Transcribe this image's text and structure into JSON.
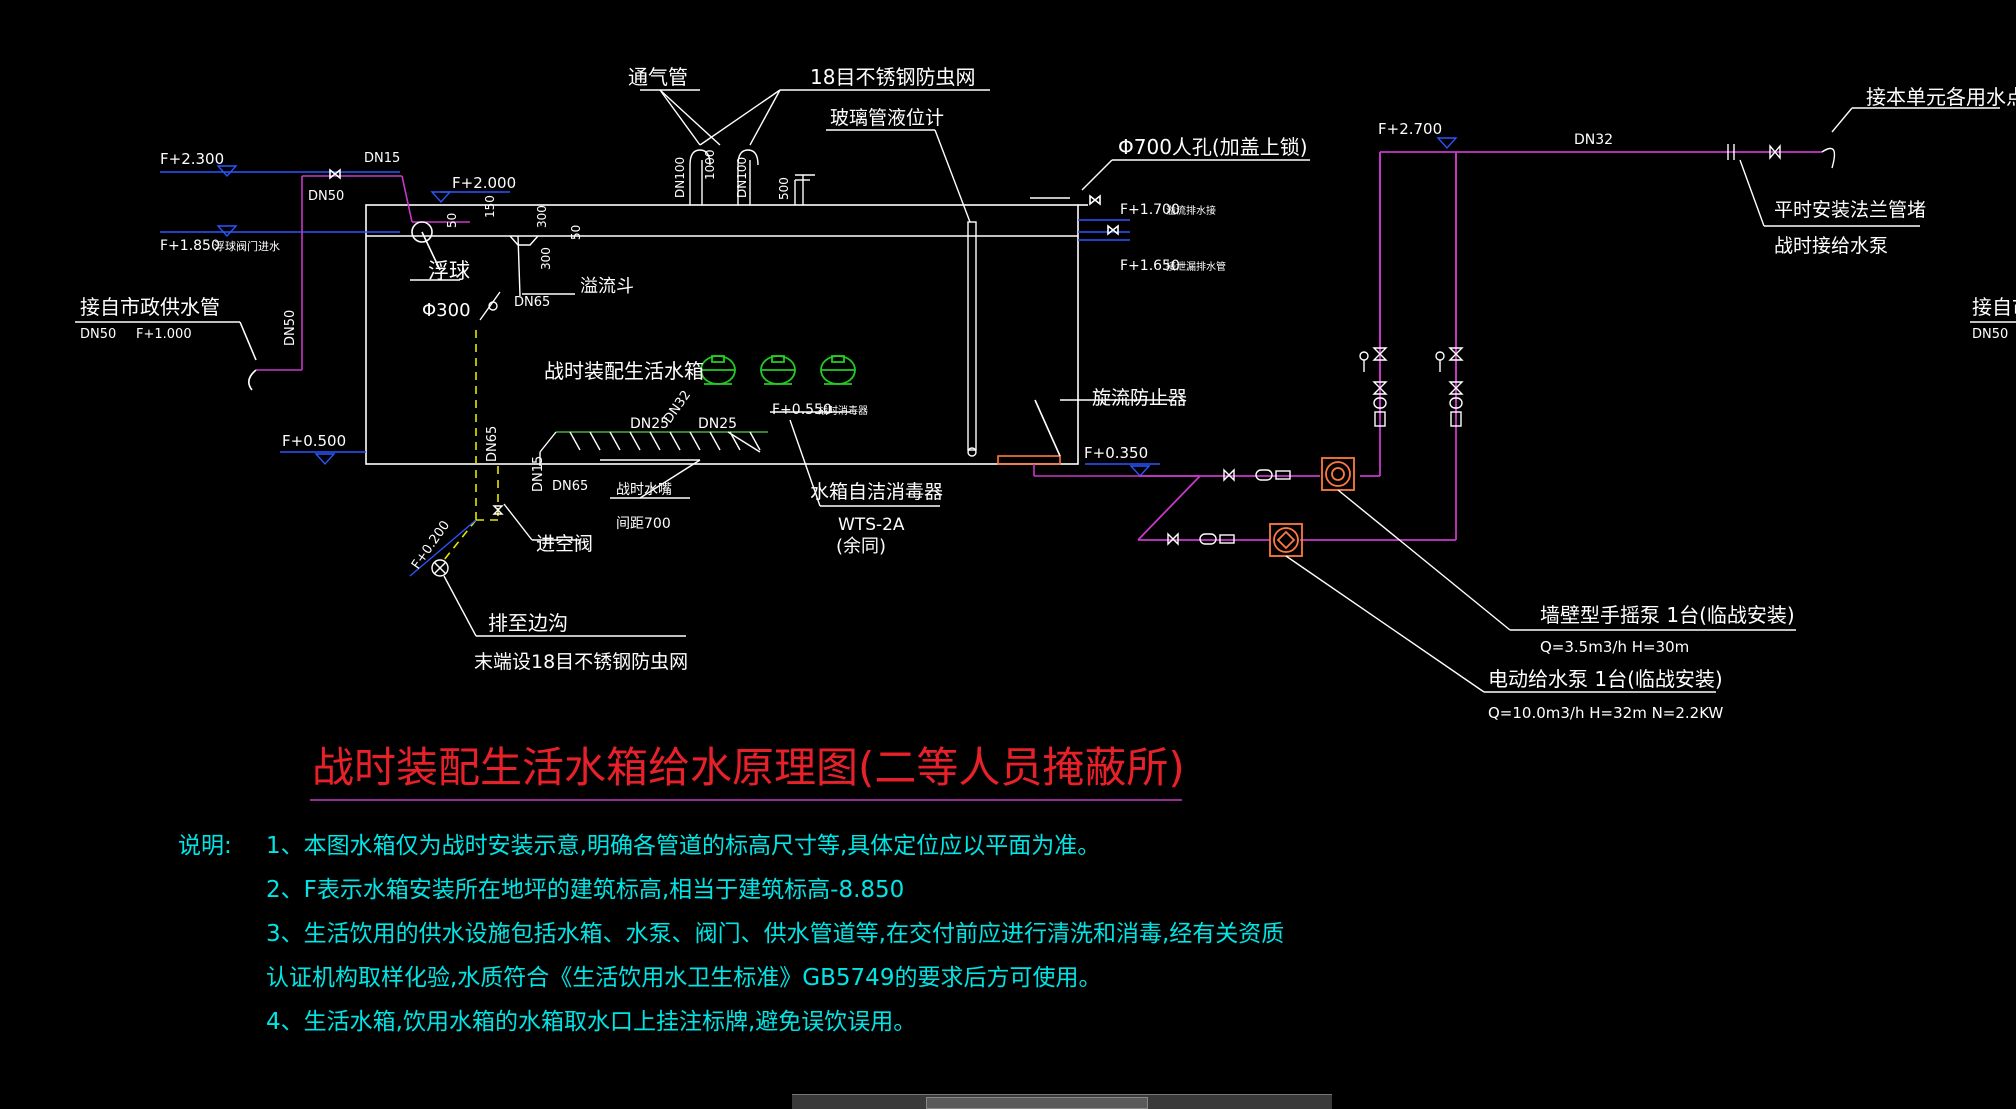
{
  "labels": {
    "vent_pipe": "通气管",
    "mesh_18": "18目不锈钢防虫网",
    "level_gauge": "玻璃管液位计",
    "manhole": "Φ700人孔(加盖上锁)",
    "f2300": "F+2.300",
    "f1850": "F+1.850",
    "inlet_valve_note": "浮球阀门进水",
    "dn15_a": "DN15",
    "dn50_a": "DN50",
    "f2000": "F+2.000",
    "dim150": "150",
    "dim50": "50",
    "dim300": "300",
    "dim300b": "300",
    "dim50b": "50",
    "dim1000a": "1000",
    "dn100a": "DN100",
    "dn100b": "DN100",
    "dim500": "500",
    "float_ball": "浮球",
    "phi300": "Φ300",
    "overflow": "溢流斗",
    "dn65_a": "DN65",
    "municipal_a": "接自市政供水管",
    "municipal_a_dn": "DN50",
    "municipal_a_f": "F+1.000",
    "dn50_b": "DN50",
    "tank_name": "战时装配生活水箱",
    "f1700": "F+1.700",
    "f1700_note": "溢流排水接",
    "f1650": "F+1.650",
    "f1650_note": "接泄漏排水管",
    "vortex": "旋流防止器",
    "dn25_a": "DN25",
    "dn32": "DN32",
    "dn25_b": "DN25",
    "f0550": "F+0.550",
    "f0550_note": "战时消毒器",
    "f0500": "F+0.500",
    "dn65_b": "DN65",
    "dn15_b": "DN15",
    "dn65_c": "DN65",
    "tap_note": "战时水嘴",
    "tap_spacing": "间距700",
    "disinfector": "水箱自洁消毒器",
    "disinfector_model": "WTS-2A",
    "disinfector_same": "(余同)",
    "f0350": "F+0.350",
    "vacuum_valve": "进空阀",
    "f0200": "F+0.200",
    "drain": "排至边沟",
    "drain_mesh": "末端设18目不锈钢防虫网",
    "f2700": "F+2.700",
    "dn32_top": "DN32",
    "to_unit": "接本单元各用水点",
    "flange_plug": "平时安装法兰管堵",
    "connect_pump": "战时接给水泵",
    "municipal_b": "接自市",
    "municipal_b_dn": "DN50",
    "hand_pump": "墙壁型手摇泵  1台(临战安装)",
    "hand_pump_spec": "Q=3.5m3/h H=30m",
    "electric_pump": "电动给水泵  1台(临战安装)",
    "electric_pump_spec": "Q=10.0m3/h H=32m N=2.2KW",
    "title": "战时装配生活水箱给水原理图(二等人员掩蔽所)"
  },
  "notes": {
    "heading": "说明:",
    "items": [
      "1、本图水箱仅为战时安装示意,明确各管道的标高尺寸等,具体定位应以平面为准。",
      "2、F表示水箱安装所在地坪的建筑标高,相当于建筑标高-8.850",
      "3、生活饮用的供水设施包括水箱、水泵、阀门、供水管道等,在交付前应进行清洗和消毒,经有关资质",
      "认证机构取样化验,水质符合《生活饮用水卫生标准》GB5749的要求后方可使用。",
      "4、生活水箱,饮用水箱的水箱取水口上挂注标牌,避免误饮误用。"
    ]
  },
  "colors": {
    "background": "#000000",
    "line_white": "#ffffff",
    "water_pipe": "#c838c8",
    "supply_blue": "#2a56ff",
    "drain_yellow": "#e6e600",
    "notes_cyan": "#00e5e5",
    "title_red": "#e8202a",
    "disinfector_green": "#22cc22",
    "pump_orange": "#ff7a3c",
    "sub_pipe_green": "#40b040"
  }
}
